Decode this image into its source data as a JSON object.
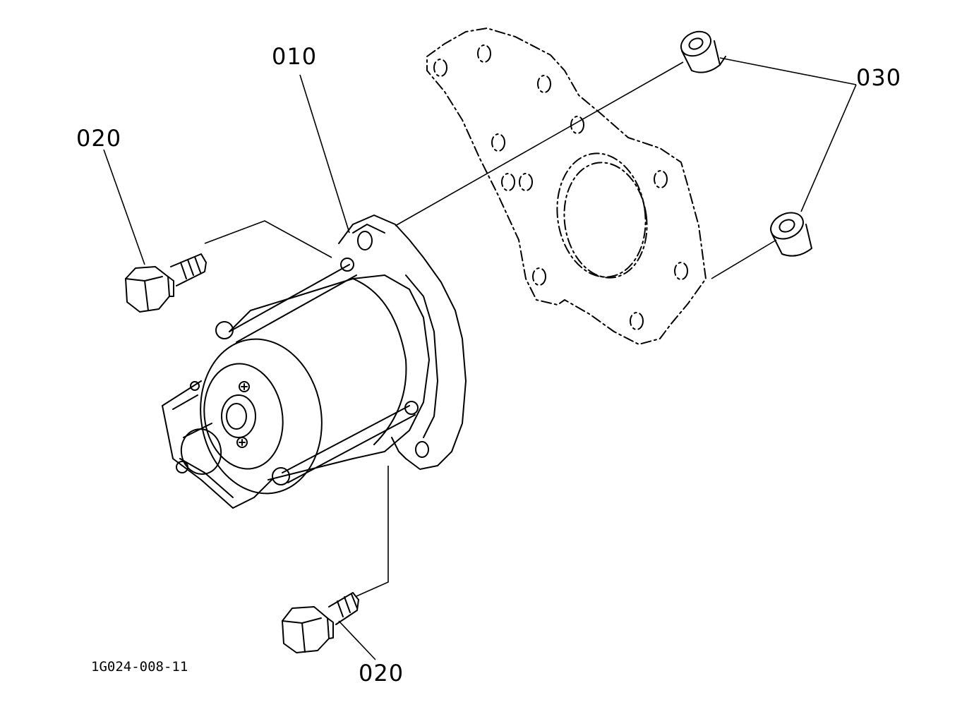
{
  "labels": {
    "starter": "010",
    "bolt_top": "020",
    "bolt_bottom": "020",
    "nut": "030"
  },
  "drawing_id": "1G024-008-11",
  "colors": {
    "line": "#000000",
    "background": "#ffffff"
  }
}
